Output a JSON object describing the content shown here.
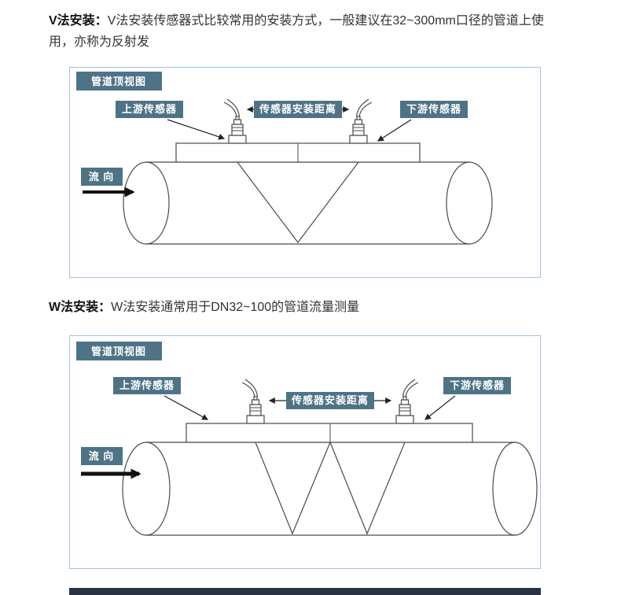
{
  "colors": {
    "label_bg": "#4e7386",
    "label_text": "#ffffff",
    "box_border": "#a3c3de",
    "line": "#4a4a4a",
    "strip_bg": "#2a3342"
  },
  "sections": [
    {
      "heading": "V法安装：",
      "body": "V法安装传感器式比较常用的安装方式，一般建议在32~300mm口径的管道上使用，亦称为反射发"
    },
    {
      "heading": "W法安装：",
      "body": "W法安装通常用于DN32~100的管道流量测量"
    }
  ],
  "diagram_v": {
    "title": "管道顶视图",
    "upstream": "上游传感器",
    "distance": "传感器安装距离",
    "downstream": "下游传感器",
    "flow": "流 向"
  },
  "diagram_w": {
    "title": "管道顶视图",
    "upstream": "上游传感器",
    "distance": "传感器安装距离",
    "downstream": "下游传感器",
    "flow": "流 向"
  }
}
